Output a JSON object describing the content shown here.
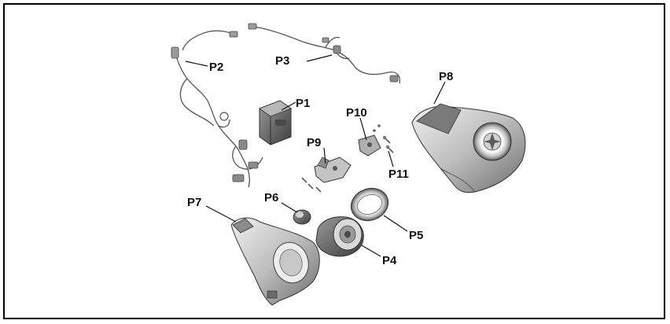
{
  "callouts": {
    "p1": "P1",
    "p2": "P2",
    "p3": "P3",
    "p4": "P4",
    "p5": "P5",
    "p6": "P6",
    "p7": "P7",
    "p8": "P8",
    "p9": "P9",
    "p10": "P10",
    "p11": "P11"
  },
  "colors": {
    "frame": "#000000",
    "part_light": "#d9d9d9",
    "part_mid": "#a6a6a6",
    "part_dark": "#5a5a5a",
    "wire": "#555555"
  }
}
